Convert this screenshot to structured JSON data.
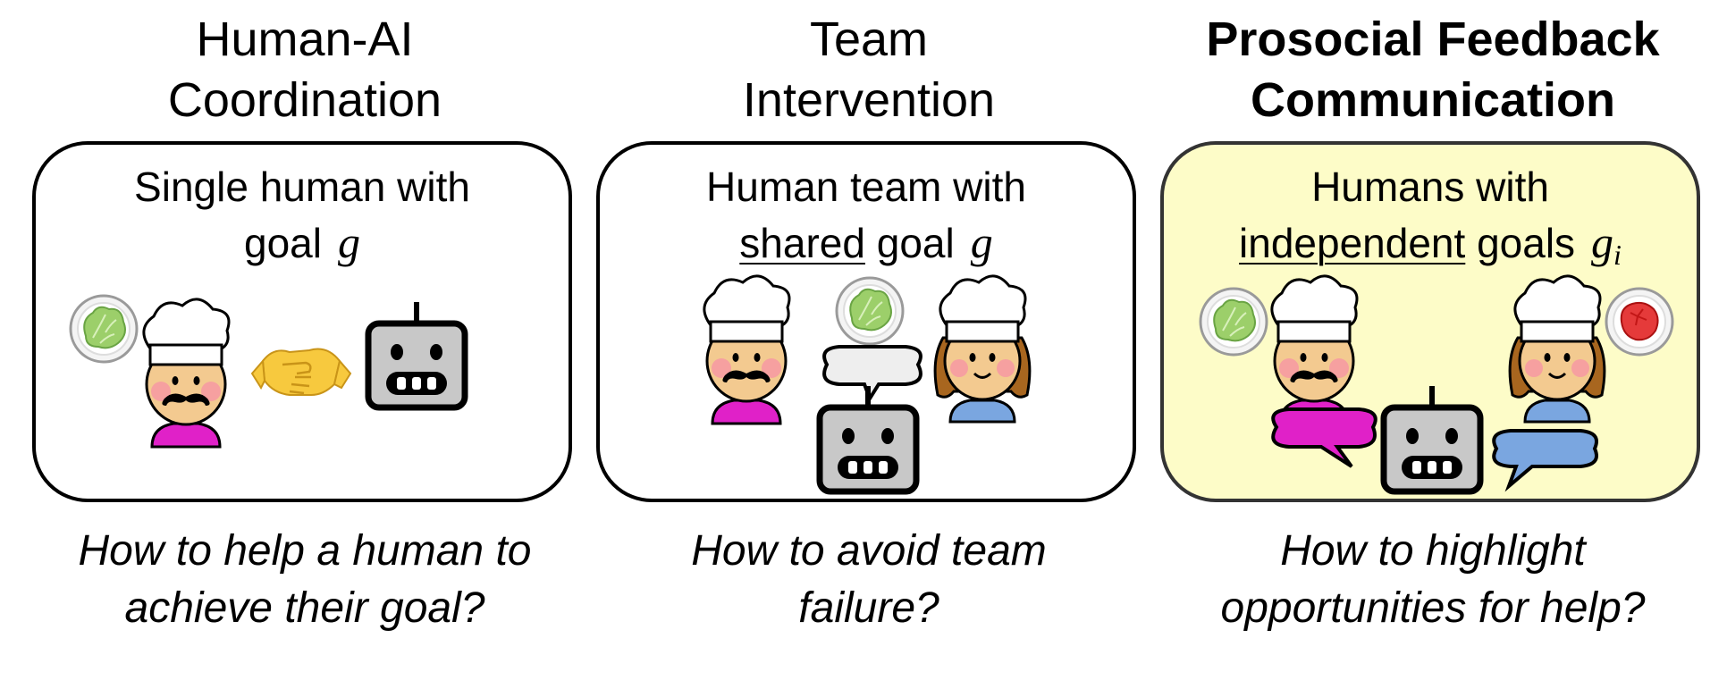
{
  "panels": [
    {
      "title_line1": "Human-AI",
      "title_line2": "Coordination",
      "desc_line1": "Single human with",
      "desc_line2": "goal",
      "goal_symbol": "g",
      "question_line1": "How to help a human to",
      "question_line2": "achieve their goal?"
    },
    {
      "title_line1": "Team",
      "title_line2": "Intervention",
      "desc_line1": "Human team with",
      "desc_underlined": "shared",
      "desc_line2_rest": "goal",
      "goal_symbol": "g",
      "question_line1": "How to avoid team",
      "question_line2": "failure?"
    },
    {
      "title_line1": "Prosocial Feedback",
      "title_line2": "Communication",
      "desc_line1": "Humans with",
      "desc_underlined": "independent",
      "desc_line2_rest": "goals",
      "goal_symbol": "g",
      "goal_subscript": "i",
      "question_line1": "How to highlight",
      "question_line2": "opportunities for help?"
    }
  ],
  "colors": {
    "highlight_panel": "#fdfcc8",
    "chef_shirt_male": "#e021c8",
    "chef_shirt_female": "#7aa6e0",
    "bubble_magenta": "#e021c8",
    "bubble_blue": "#7aa6e0",
    "robot_face": "#c8c8c8"
  },
  "icons": [
    "chef-male-icon",
    "chef-female-icon",
    "robot-icon",
    "handshake-icon",
    "lettuce-plate-icon",
    "tomato-plate-icon",
    "speech-bubble-icon"
  ]
}
